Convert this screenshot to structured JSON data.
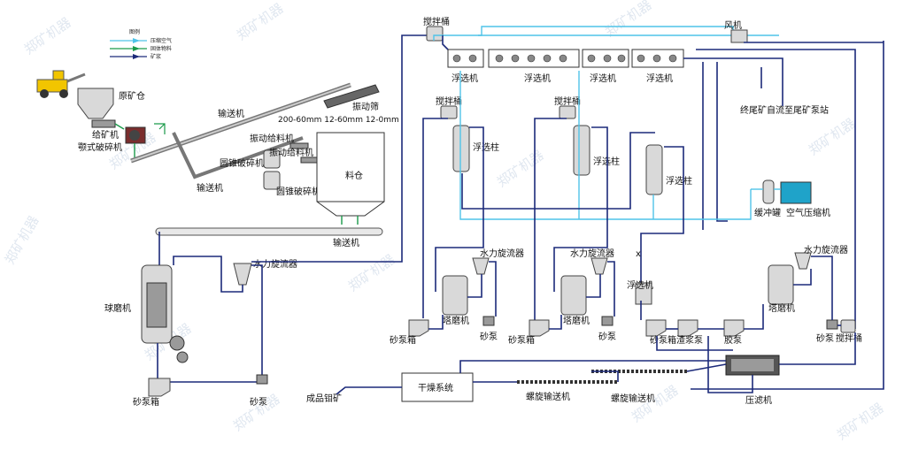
{
  "colors": {
    "slurry_pipe": "#1c2a7a",
    "air_pipe": "#4fc3e8",
    "equipment": "#d9d9d9",
    "watermark": "#c7d4e4"
  },
  "legend": {
    "title": "图例",
    "items": [
      "压缩空气",
      "固体物料",
      "矿浆"
    ]
  },
  "labels": {
    "ore_bin": "原矿仓",
    "feeder": "给矿机",
    "jaw_crusher": "颚式破碎机",
    "conveyor_1": "输送机",
    "vibrating_screen": "振动筛",
    "screen_sizes": "200-60mm 12-60mm 12-0mm",
    "vibrating_feeder_1": "振动给料机",
    "vibrating_feeder_2": "振动给料机",
    "cone_crusher_1": "圆锥破碎机",
    "cone_crusher_2": "圆锥破碎机",
    "conveyor_2": "输送机",
    "storage_bin": "料仓",
    "conveyor_3": "输送机",
    "hydrocyclone_1": "水力旋流器",
    "ball_mill": "球磨机",
    "sand_pump_box_1": "砂泵箱",
    "sand_pump_1": "砂泵",
    "agitator_1": "搅拌桶",
    "flotation_1": "浮选机",
    "flotation_2": "浮选机",
    "flotation_3": "浮选机",
    "flotation_4": "浮选机",
    "blower": "风机",
    "agitator_2": "搅拌桶",
    "column_1": "浮选柱",
    "agitator_3": "搅拌桶",
    "column_2": "浮选柱",
    "column_3": "浮选柱",
    "tailings_note": "终尾矿自流至尾矿泵站",
    "buffer_tank": "缓冲罐",
    "air_compressor": "空气压缩机",
    "hydrocyclone_2": "水力旋流器",
    "hydrocyclone_3": "水力旋流器",
    "hydrocyclone_4": "水力旋流器",
    "tower_mill_1": "塔磨机",
    "tower_mill_2": "塔磨机",
    "tower_mill_3": "塔磨机",
    "sand_pump_box_2": "砂泵箱",
    "sand_pump_2": "砂泵",
    "sand_pump_box_3": "砂泵箱",
    "sand_pump_3": "砂泵",
    "flotation_machine_v": "浮选机",
    "sand_pump_box_4": "砂泵箱",
    "slag_pump": "渣浆泵",
    "rubber_pump": "胶泵",
    "sand_pump_4": "砂泵",
    "agitator_4": "搅拌桶",
    "dryer": "干燥系统",
    "product": "成品钼矿",
    "screw_conveyor_1": "螺旋输送机",
    "screw_conveyor_2": "螺旋输送机",
    "filter_press": "压滤机",
    "valve_mark": "x"
  },
  "watermark": {
    "text": "郑矿机器"
  }
}
